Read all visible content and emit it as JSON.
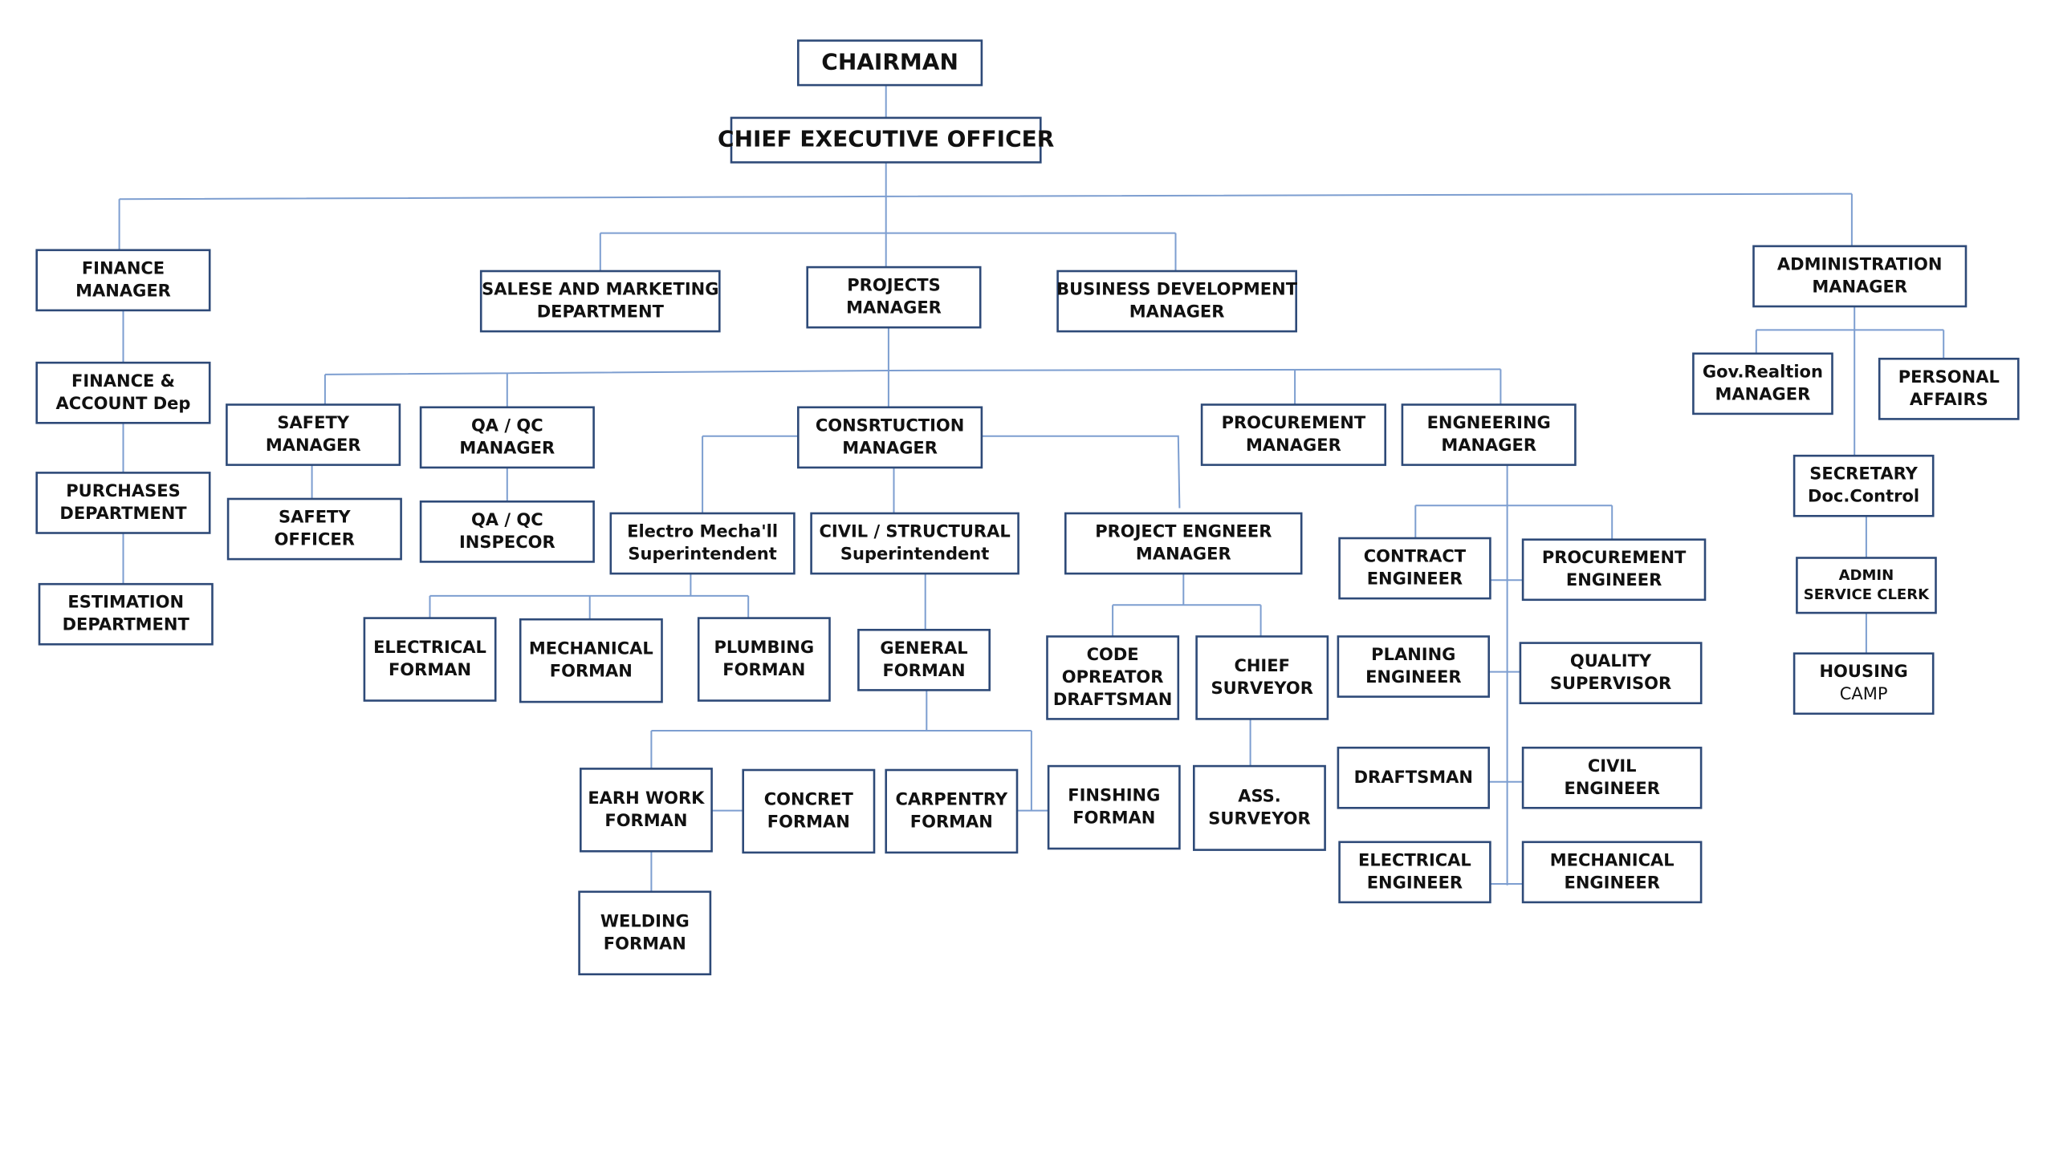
{
  "diagram": {
    "nodes": [
      {
        "id": "chairman",
        "lines": [
          "CHAIRMAN"
        ]
      },
      {
        "id": "ceo",
        "lines": [
          "CHIEF EXECUTIVE OFFICER"
        ]
      },
      {
        "id": "finance_manager",
        "lines": [
          "FINANCE",
          "MANAGER"
        ]
      },
      {
        "id": "sales_marketing",
        "lines": [
          "SALESE AND MARKETING",
          "DEPARTMENT"
        ]
      },
      {
        "id": "projects_manager",
        "lines": [
          "PROJECTS",
          "MANAGER"
        ]
      },
      {
        "id": "business_dev",
        "lines": [
          "BUSINESS DEVELOPMENT",
          "MANAGER"
        ]
      },
      {
        "id": "admin_manager",
        "lines": [
          "ADMINISTRATION",
          "MANAGER"
        ]
      },
      {
        "id": "finance_account",
        "lines": [
          "FINANCE &",
          "ACCOUNT Dep"
        ]
      },
      {
        "id": "purchases",
        "lines": [
          "PURCHASES",
          "DEPARTMENT"
        ]
      },
      {
        "id": "estimation",
        "lines": [
          "ESTIMATION",
          "DEPARTMENT"
        ]
      },
      {
        "id": "gov_relation",
        "lines": [
          "Gov.Realtion",
          "MANAGER"
        ]
      },
      {
        "id": "personal_affairs",
        "lines": [
          "PERSONAL",
          "AFFAIRS"
        ]
      },
      {
        "id": "secretary",
        "lines": [
          "SECRETARY",
          "Doc.Control"
        ]
      },
      {
        "id": "admin_clerk",
        "lines": [
          "ADMIN",
          "SERVICE CLERK"
        ]
      },
      {
        "id": "housing",
        "lines": [
          "HOUSING",
          "CAMP"
        ]
      },
      {
        "id": "safety_manager",
        "lines": [
          "SAFETY",
          "MANAGER"
        ]
      },
      {
        "id": "qa_manager",
        "lines": [
          "QA / QC",
          "MANAGER"
        ]
      },
      {
        "id": "construction_manager",
        "lines": [
          "CONSRTUCTION",
          "MANAGER"
        ]
      },
      {
        "id": "procurement_manager",
        "lines": [
          "PROCUREMENT",
          "MANAGER"
        ]
      },
      {
        "id": "engineering_manager",
        "lines": [
          "ENGNEERING",
          "MANAGER"
        ]
      },
      {
        "id": "safety_officer",
        "lines": [
          "SAFETY",
          "OFFICER"
        ]
      },
      {
        "id": "qa_inspector",
        "lines": [
          "QA / QC",
          "INSPECOR"
        ]
      },
      {
        "id": "electro_mech",
        "lines": [
          "Electro Mecha'll",
          "Superintendent"
        ]
      },
      {
        "id": "civil_structural",
        "lines": [
          "CIVIL / STRUCTURAL",
          "Superintendent"
        ]
      },
      {
        "id": "project_engineer_manager",
        "lines": [
          "PROJECT ENGNEER",
          "MANAGER"
        ]
      },
      {
        "id": "electrical_forman",
        "lines": [
          "ELECTRICAL",
          "FORMAN"
        ]
      },
      {
        "id": "mechanical_forman",
        "lines": [
          "MECHANICAL",
          "FORMAN"
        ]
      },
      {
        "id": "plumbing_forman",
        "lines": [
          "PLUMBING",
          "FORMAN"
        ]
      },
      {
        "id": "general_forman",
        "lines": [
          "GENERAL",
          "FORMAN"
        ]
      },
      {
        "id": "code_operator",
        "lines": [
          "CODE",
          "OPREATOR",
          "DRAFTSMAN"
        ]
      },
      {
        "id": "chief_surveyor",
        "lines": [
          "CHIEF",
          "SURVEYOR"
        ]
      },
      {
        "id": "ass_surveyor",
        "lines": [
          "ASS.",
          "SURVEYOR"
        ]
      },
      {
        "id": "earthwork_forman",
        "lines": [
          "EARH WORK",
          "FORMAN"
        ]
      },
      {
        "id": "concrete_forman",
        "lines": [
          "CONCRET",
          "FORMAN"
        ]
      },
      {
        "id": "carpentry_forman",
        "lines": [
          "CARPENTRY",
          "FORMAN"
        ]
      },
      {
        "id": "finishing_forman",
        "lines": [
          "FINSHING",
          "FORMAN"
        ]
      },
      {
        "id": "welding_forman",
        "lines": [
          "WELDING",
          "FORMAN"
        ]
      },
      {
        "id": "contract_engineer",
        "lines": [
          "CONTRACT",
          "ENGINEER"
        ]
      },
      {
        "id": "procurement_engineer",
        "lines": [
          "PROCUREMENT",
          "ENGINEER"
        ]
      },
      {
        "id": "planning_engineer",
        "lines": [
          "PLANING",
          "ENGINEER"
        ]
      },
      {
        "id": "quality_supervisor",
        "lines": [
          "QUALITY",
          "SUPERVISOR"
        ]
      },
      {
        "id": "draftsman",
        "lines": [
          "DRAFTSMAN"
        ]
      },
      {
        "id": "civil_engineer",
        "lines": [
          "CIVIL",
          "ENGINEER"
        ]
      },
      {
        "id": "electrical_engineer",
        "lines": [
          "ELECTRICAL",
          "ENGINEER"
        ]
      },
      {
        "id": "mechanical_engineer",
        "lines": [
          "MECHANICAL",
          "ENGINEER"
        ]
      }
    ],
    "edges": [
      [
        "chairman",
        "ceo"
      ],
      [
        "ceo",
        "finance_manager"
      ],
      [
        "ceo",
        "sales_marketing"
      ],
      [
        "ceo",
        "projects_manager"
      ],
      [
        "ceo",
        "business_dev"
      ],
      [
        "ceo",
        "admin_manager"
      ],
      [
        "finance_manager",
        "finance_account"
      ],
      [
        "finance_account",
        "purchases"
      ],
      [
        "purchases",
        "estimation"
      ],
      [
        "admin_manager",
        "gov_relation"
      ],
      [
        "admin_manager",
        "personal_affairs"
      ],
      [
        "admin_manager",
        "secretary"
      ],
      [
        "secretary",
        "admin_clerk"
      ],
      [
        "admin_clerk",
        "housing"
      ],
      [
        "projects_manager",
        "safety_manager"
      ],
      [
        "projects_manager",
        "qa_manager"
      ],
      [
        "projects_manager",
        "construction_manager"
      ],
      [
        "projects_manager",
        "procurement_manager"
      ],
      [
        "projects_manager",
        "engineering_manager"
      ],
      [
        "safety_manager",
        "safety_officer"
      ],
      [
        "qa_manager",
        "qa_inspector"
      ],
      [
        "construction_manager",
        "electro_mech"
      ],
      [
        "construction_manager",
        "civil_structural"
      ],
      [
        "construction_manager",
        "project_engineer_manager"
      ],
      [
        "electro_mech",
        "electrical_forman"
      ],
      [
        "electro_mech",
        "mechanical_forman"
      ],
      [
        "electro_mech",
        "plumbing_forman"
      ],
      [
        "civil_structural",
        "general_forman"
      ],
      [
        "general_forman",
        "earthwork_forman"
      ],
      [
        "general_forman",
        "concrete_forman"
      ],
      [
        "general_forman",
        "carpentry_forman"
      ],
      [
        "general_forman",
        "finishing_forman"
      ],
      [
        "earthwork_forman",
        "welding_forman"
      ],
      [
        "project_engineer_manager",
        "code_operator"
      ],
      [
        "project_engineer_manager",
        "chief_surveyor"
      ],
      [
        "chief_surveyor",
        "ass_surveyor"
      ],
      [
        "engineering_manager",
        "contract_engineer"
      ],
      [
        "engineering_manager",
        "procurement_engineer"
      ],
      [
        "engineering_manager",
        "planning_engineer"
      ],
      [
        "engineering_manager",
        "quality_supervisor"
      ],
      [
        "engineering_manager",
        "draftsman"
      ],
      [
        "engineering_manager",
        "civil_engineer"
      ],
      [
        "engineering_manager",
        "electrical_engineer"
      ],
      [
        "engineering_manager",
        "mechanical_engineer"
      ]
    ]
  }
}
